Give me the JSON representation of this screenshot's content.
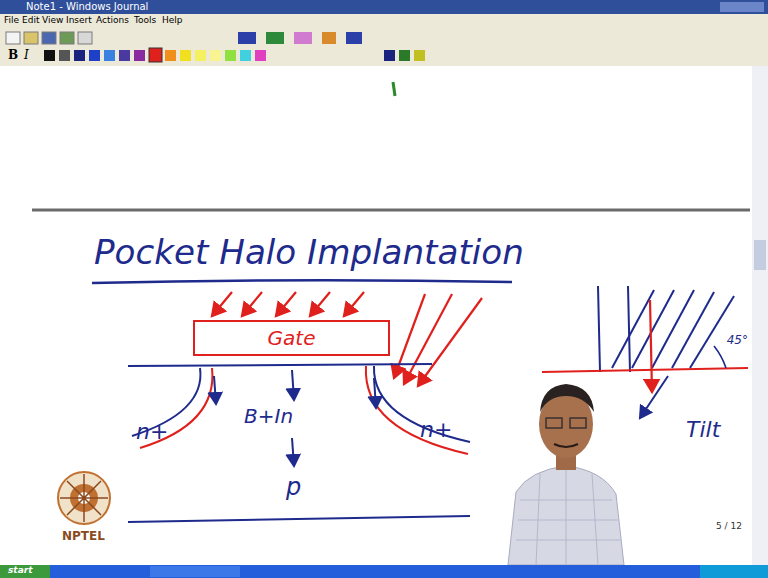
{
  "diagram": {
    "title": "Pocket Halo Implantation",
    "nodes": [
      {
        "text": [
          "Gate"
        ]
      }
    ],
    "labels": [
      "Note1 - Windows Journal",
      "File",
      "Edit",
      "View",
      "Insert",
      "Actions",
      "Tools",
      "Help",
      "n+",
      "B+In",
      "n+",
      "p",
      "45°",
      "Tilt",
      "NPTEL",
      "5 / 12",
      "start",
      "B",
      "I"
    ]
  }
}
